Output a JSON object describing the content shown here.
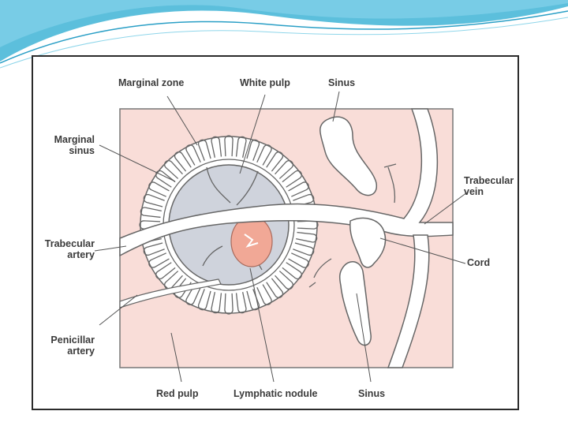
{
  "slide": {
    "labels": {
      "marginal_zone": "Marginal zone",
      "white_pulp": "White pulp",
      "sinus_top": "Sinus",
      "marginal_sinus_line1": "Marginal",
      "marginal_sinus_line2": "sinus",
      "trabecular_vein_line1": "Trabecular",
      "trabecular_vein_line2": "vein",
      "trabecular_artery_line1": "Trabecular",
      "trabecular_artery_line2": "artery",
      "cord": "Cord",
      "penicillar_artery_line1": "Penicillar",
      "penicillar_artery_line2": "artery",
      "red_pulp": "Red pulp",
      "lymphatic_nodule": "Lymphatic nodule",
      "sinus_bottom": "Sinus"
    },
    "colors": {
      "red_pulp": "#f9ddd8",
      "white_pulp": "#cfd3dc",
      "nodule": "#f1a896",
      "outline": "#6a6a6a",
      "banner": "#3fb4d6"
    }
  }
}
